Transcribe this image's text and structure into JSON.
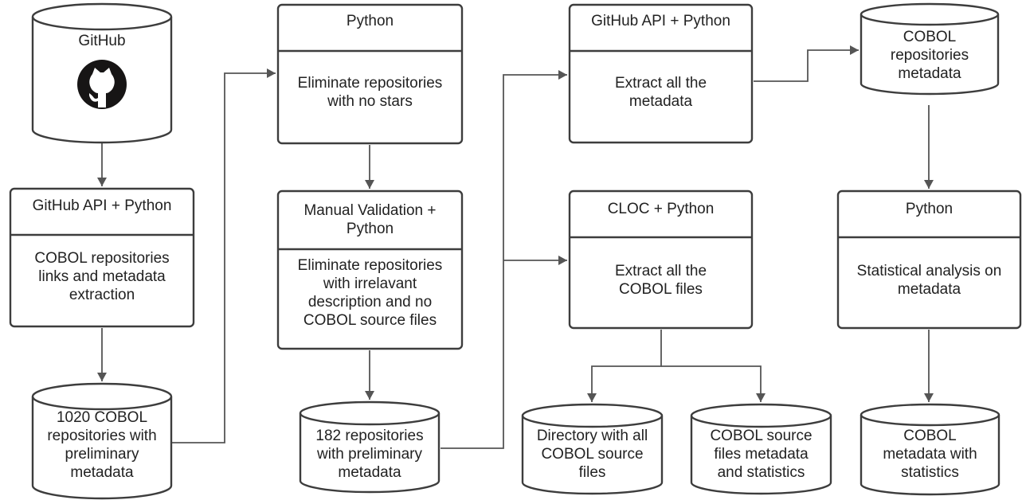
{
  "process_boxes": [
    {
      "id": "p1",
      "header": [
        "GitHub API + Python"
      ],
      "body": [
        "COBOL repositories",
        "links and metadata",
        "extraction"
      ]
    },
    {
      "id": "p2",
      "header": [
        "Python"
      ],
      "body": [
        "Eliminate repositories",
        "with no stars"
      ]
    },
    {
      "id": "p3",
      "header": [
        "Manual Validation +",
        "Python"
      ],
      "body": [
        "Eliminate repositories",
        "with irrelavant",
        "description and no",
        "COBOL source files"
      ]
    },
    {
      "id": "p4",
      "header": [
        "GitHub API + Python"
      ],
      "body": [
        "Extract all the",
        "metadata"
      ]
    },
    {
      "id": "p5",
      "header": [
        "CLOC + Python"
      ],
      "body": [
        "Extract all the",
        "COBOL files"
      ]
    },
    {
      "id": "p6",
      "header": [
        "Python"
      ],
      "body": [
        "Statistical analysis on",
        "metadata"
      ]
    }
  ],
  "data_stores": [
    {
      "id": "d0",
      "lines": [
        "GitHub"
      ],
      "icon": "github-logo-icon"
    },
    {
      "id": "d1",
      "lines": [
        "1020 COBOL",
        "repositories with",
        "preliminary",
        "metadata"
      ]
    },
    {
      "id": "d2",
      "lines": [
        "182 repositories",
        "with preliminary",
        "metadata"
      ]
    },
    {
      "id": "d3",
      "lines": [
        "COBOL",
        "repositories",
        "metadata"
      ]
    },
    {
      "id": "d4",
      "lines": [
        "Directory with all",
        "COBOL source",
        "files"
      ]
    },
    {
      "id": "d5",
      "lines": [
        "COBOL source",
        "files metadata",
        "and statistics"
      ]
    },
    {
      "id": "d6",
      "lines": [
        "COBOL",
        "metadata with",
        "statistics"
      ]
    }
  ],
  "edges": [
    {
      "from": "d0",
      "to": "p1"
    },
    {
      "from": "p1",
      "to": "d1"
    },
    {
      "from": "d1",
      "to": "p2"
    },
    {
      "from": "p2",
      "to": "p3"
    },
    {
      "from": "p3",
      "to": "d2"
    },
    {
      "from": "d2",
      "to": "p4"
    },
    {
      "from": "d2",
      "to": "p5"
    },
    {
      "from": "p4",
      "to": "d3"
    },
    {
      "from": "d3",
      "to": "p6"
    },
    {
      "from": "p5",
      "to": "d4"
    },
    {
      "from": "p5",
      "to": "d5"
    },
    {
      "from": "p6",
      "to": "d6"
    }
  ]
}
